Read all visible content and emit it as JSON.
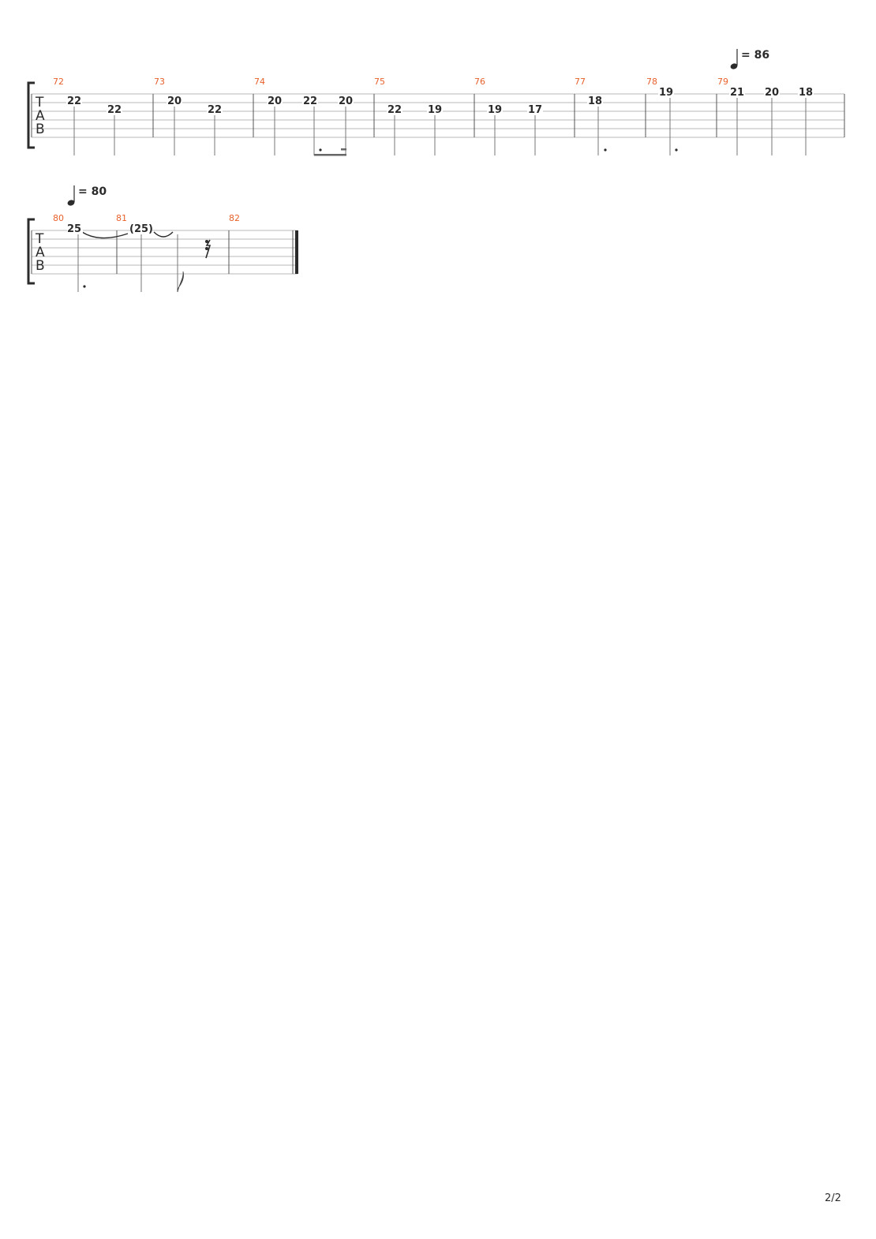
{
  "page_number": "2/2",
  "clef": [
    "T",
    "A",
    "B"
  ],
  "systems": [
    {
      "tempo": {
        "text": "= 86"
      },
      "measures": [
        {
          "number": "72",
          "notes": [
            {
              "fret": "22",
              "string": 2
            },
            {
              "fret": "22",
              "string": 3
            }
          ]
        },
        {
          "number": "73",
          "notes": [
            {
              "fret": "20",
              "string": 2
            },
            {
              "fret": "22",
              "string": 3
            }
          ]
        },
        {
          "number": "74",
          "notes": [
            {
              "fret": "20",
              "string": 2
            },
            {
              "fret": "22",
              "string": 2
            },
            {
              "fret": "20",
              "string": 2
            }
          ]
        },
        {
          "number": "75",
          "notes": [
            {
              "fret": "22",
              "string": 3
            },
            {
              "fret": "19",
              "string": 3
            }
          ]
        },
        {
          "number": "76",
          "notes": [
            {
              "fret": "19",
              "string": 3
            },
            {
              "fret": "17",
              "string": 3
            }
          ]
        },
        {
          "number": "77",
          "notes": [
            {
              "fret": "18",
              "string": 2
            }
          ]
        },
        {
          "number": "78",
          "notes": [
            {
              "fret": "19",
              "string": 1
            }
          ]
        },
        {
          "number": "79",
          "notes": [
            {
              "fret": "21",
              "string": 1
            },
            {
              "fret": "20",
              "string": 1
            },
            {
              "fret": "18",
              "string": 1
            }
          ]
        }
      ]
    },
    {
      "tempo": {
        "text": "= 80"
      },
      "measures": [
        {
          "number": "80",
          "notes": [
            {
              "fret": "25",
              "string": 1
            }
          ]
        },
        {
          "number": "81",
          "notes": [
            {
              "fret": "(25)",
              "string": 1
            }
          ]
        },
        {
          "number": "82",
          "notes": []
        }
      ]
    }
  ]
}
